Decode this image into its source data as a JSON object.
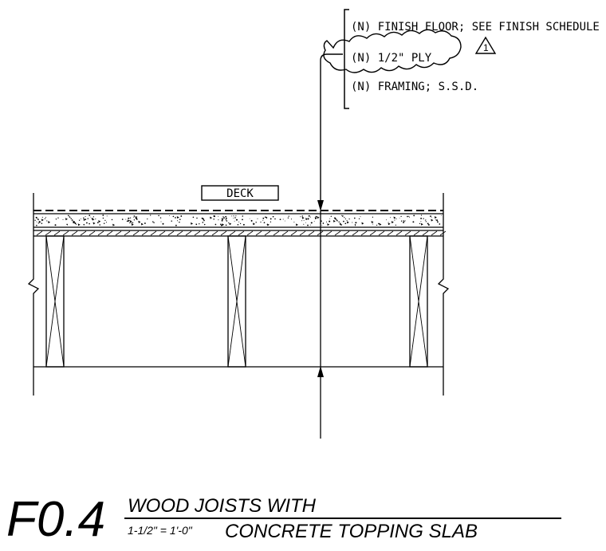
{
  "notes": [
    "(N) FINISH FLOOR; SEE FINISH SCHEDULE",
    "(N) 1/2\" PLY",
    "(N) FRAMING; S.S.D."
  ],
  "revision_tag": "1",
  "deck_label": "DECK",
  "title_block": {
    "detail_number": "F0.4",
    "title_line1": "WOOD JOISTS WITH",
    "title_line2": "CONCRETE TOPPING SLAB",
    "scale": "1-1/2\" = 1'-0\""
  }
}
